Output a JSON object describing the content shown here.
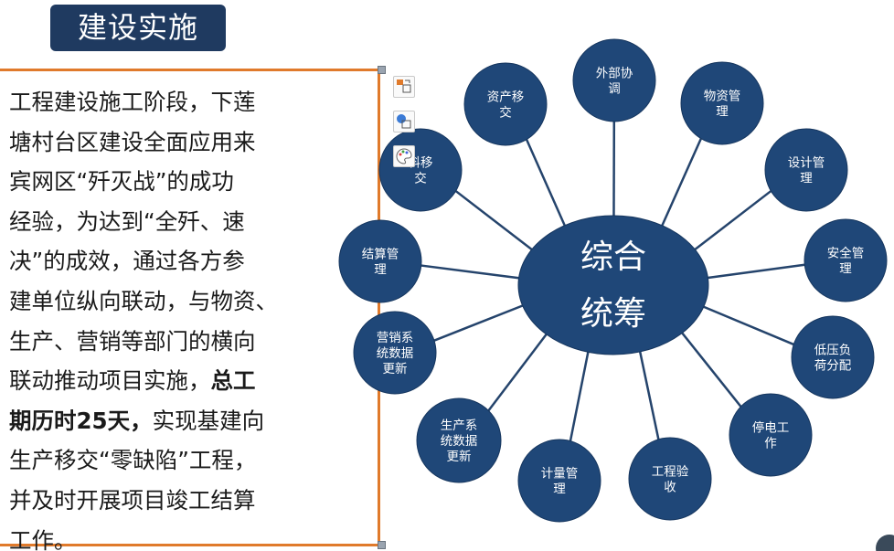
{
  "title": "建设实施",
  "description": {
    "lines": [
      "工程建设施工阶段，下莲",
      "塘村台区建设全面应用来",
      "宾网区“歼灭战”的成功",
      "经验，为达到“全歼、速",
      "决”的成效，通过各方参",
      "建单位纵向联动，与物资、",
      "生产、营销等部门的横向",
      "联动推动项目实施，"
    ],
    "bold_part": "总工期历时25天，",
    "bold_line1": "总工",
    "bold_line2": "期历时25天，",
    "after_bold": "实现基建向",
    "tail_lines": [
      "生产移交“零缺陷”工程，",
      "并及时开展项目竣工结算",
      "工作。"
    ]
  },
  "diagram": {
    "center": [
      "综合",
      "统筹"
    ],
    "nodes": [
      {
        "id": "waibu",
        "lines": [
          "外部协",
          "调"
        ]
      },
      {
        "id": "wuzi",
        "lines": [
          "物资管",
          "理"
        ]
      },
      {
        "id": "sheji",
        "lines": [
          "设计管",
          "理"
        ]
      },
      {
        "id": "anquan",
        "lines": [
          "安全管",
          "理"
        ]
      },
      {
        "id": "diya",
        "lines": [
          "低压负",
          "荷分配"
        ]
      },
      {
        "id": "tingdian",
        "lines": [
          "停电工",
          "作"
        ]
      },
      {
        "id": "yanshou",
        "lines": [
          "工程验",
          "收"
        ]
      },
      {
        "id": "jiliang",
        "lines": [
          "计量管",
          "理"
        ]
      },
      {
        "id": "shengchan",
        "lines": [
          "生产系",
          "统数据",
          "更新"
        ]
      },
      {
        "id": "yingxiao",
        "lines": [
          "营销系",
          "统数据",
          "更新"
        ]
      },
      {
        "id": "jiesuan",
        "lines": [
          "结算管",
          "理"
        ]
      },
      {
        "id": "ziliao",
        "lines": [
          "料移",
          "交"
        ]
      },
      {
        "id": "zichan",
        "lines": [
          "资产移",
          "交"
        ]
      }
    ]
  },
  "colors": {
    "title_bg": "#1f3a60",
    "node_fill": "#1f4778",
    "border_accent": "#e07a2b",
    "line": "#25446c"
  },
  "icons": [
    "layout-options-icon",
    "shape-icon",
    "palette-icon"
  ]
}
